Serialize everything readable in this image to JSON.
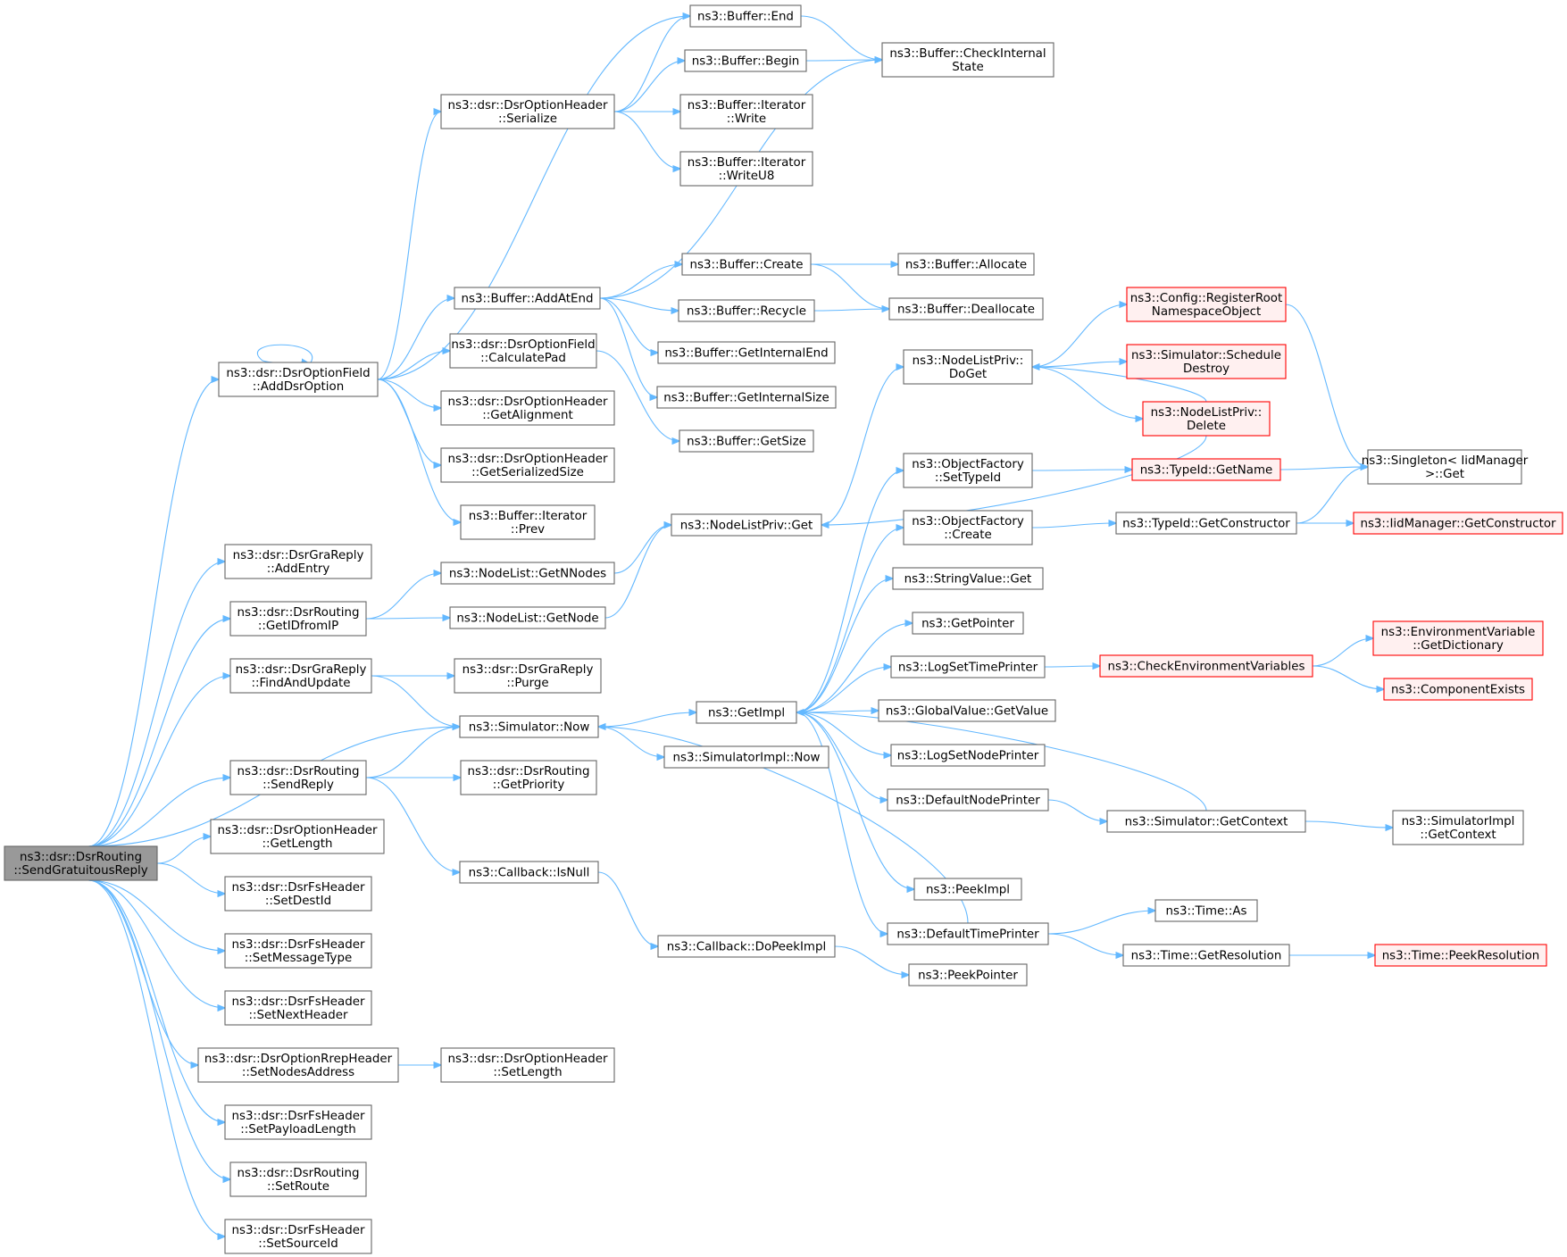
{
  "colors": {
    "edge": "#63b8ff",
    "node_border": "#666666",
    "node_fill": "#ffffff",
    "root_fill": "#999999",
    "truncated_border": "#ff0000",
    "truncated_fill": "#fff0f0"
  },
  "nodes": {
    "root": {
      "lines": [
        "ns3::dsr::DsrRouting",
        "::SendGratuitousReply"
      ],
      "style": "root"
    },
    "addDsrOption": {
      "lines": [
        "ns3::dsr::DsrOptionField",
        "::AddDsrOption"
      ]
    },
    "graAddEntry": {
      "lines": [
        "ns3::dsr::DsrGraReply",
        "::AddEntry"
      ]
    },
    "getIDfromIP": {
      "lines": [
        "ns3::dsr::DsrRouting",
        "::GetIDfromIP"
      ]
    },
    "findAndUpdate": {
      "lines": [
        "ns3::dsr::DsrGraReply",
        "::FindAndUpdate"
      ]
    },
    "simNow": {
      "lines": [
        "ns3::Simulator::Now"
      ]
    },
    "sendReply": {
      "lines": [
        "ns3::dsr::DsrRouting",
        "::SendReply"
      ]
    },
    "hdrGetLength": {
      "lines": [
        "ns3::dsr::DsrOptionHeader",
        "::GetLength"
      ]
    },
    "setDestId": {
      "lines": [
        "ns3::dsr::DsrFsHeader",
        "::SetDestId"
      ]
    },
    "setMessageType": {
      "lines": [
        "ns3::dsr::DsrFsHeader",
        "::SetMessageType"
      ]
    },
    "setNextHeader": {
      "lines": [
        "ns3::dsr::DsrFsHeader",
        "::SetNextHeader"
      ]
    },
    "setNodesAddress": {
      "lines": [
        "ns3::dsr::DsrOptionRrepHeader",
        "::SetNodesAddress"
      ]
    },
    "setPayloadLength": {
      "lines": [
        "ns3::dsr::DsrFsHeader",
        "::SetPayloadLength"
      ]
    },
    "setRoute": {
      "lines": [
        "ns3::dsr::DsrRouting",
        "::SetRoute"
      ]
    },
    "setSourceId": {
      "lines": [
        "ns3::dsr::DsrFsHeader",
        "::SetSourceId"
      ]
    },
    "serialize": {
      "lines": [
        "ns3::dsr::DsrOptionHeader",
        "::Serialize"
      ]
    },
    "addAtEnd": {
      "lines": [
        "ns3::Buffer::AddAtEnd"
      ]
    },
    "calculatePad": {
      "lines": [
        "ns3::dsr::DsrOptionField",
        "::CalculatePad"
      ]
    },
    "getAlignment": {
      "lines": [
        "ns3::dsr::DsrOptionHeader",
        "::GetAlignment"
      ]
    },
    "getSerializedSize": {
      "lines": [
        "ns3::dsr::DsrOptionHeader",
        "::GetSerializedSize"
      ]
    },
    "iterPrev": {
      "lines": [
        "ns3::Buffer::Iterator",
        "::Prev"
      ]
    },
    "nlGetNNodes": {
      "lines": [
        "ns3::NodeList::GetNNodes"
      ]
    },
    "nlGetNode": {
      "lines": [
        "ns3::NodeList::GetNode"
      ]
    },
    "graPurge": {
      "lines": [
        "ns3::dsr::DsrGraReply",
        "::Purge"
      ]
    },
    "getPriority": {
      "lines": [
        "ns3::dsr::DsrRouting",
        "::GetPriority"
      ]
    },
    "cbIsNull": {
      "lines": [
        "ns3::Callback::IsNull"
      ]
    },
    "hdrSetLength": {
      "lines": [
        "ns3::dsr::DsrOptionHeader",
        "::SetLength"
      ]
    },
    "bufEnd": {
      "lines": [
        "ns3::Buffer::End"
      ]
    },
    "bufBegin": {
      "lines": [
        "ns3::Buffer::Begin"
      ]
    },
    "iterWrite": {
      "lines": [
        "ns3::Buffer::Iterator",
        "::Write"
      ]
    },
    "iterWriteU8": {
      "lines": [
        "ns3::Buffer::Iterator",
        "::WriteU8"
      ]
    },
    "bufCreate": {
      "lines": [
        "ns3::Buffer::Create"
      ]
    },
    "bufRecycle": {
      "lines": [
        "ns3::Buffer::Recycle"
      ]
    },
    "getInternalEnd": {
      "lines": [
        "ns3::Buffer::GetInternalEnd"
      ]
    },
    "getInternalSize": {
      "lines": [
        "ns3::Buffer::GetInternalSize"
      ]
    },
    "bufGetSize": {
      "lines": [
        "ns3::Buffer::GetSize"
      ]
    },
    "nlpGet": {
      "lines": [
        "ns3::NodeListPriv::Get"
      ]
    },
    "getImpl": {
      "lines": [
        "ns3::GetImpl"
      ]
    },
    "simImplNow": {
      "lines": [
        "ns3::SimulatorImpl::Now"
      ]
    },
    "cbDoPeekImpl": {
      "lines": [
        "ns3::Callback::DoPeekImpl"
      ]
    },
    "checkInternalState": {
      "lines": [
        "ns3::Buffer::CheckInternal",
        "State"
      ]
    },
    "bufAllocate": {
      "lines": [
        "ns3::Buffer::Allocate"
      ]
    },
    "bufDeallocate": {
      "lines": [
        "ns3::Buffer::Deallocate"
      ]
    },
    "nlpDoGet": {
      "lines": [
        "ns3::NodeListPriv::",
        "DoGet"
      ]
    },
    "ofSetTypeId": {
      "lines": [
        "ns3::ObjectFactory",
        "::SetTypeId"
      ]
    },
    "ofCreate": {
      "lines": [
        "ns3::ObjectFactory",
        "::Create"
      ]
    },
    "stringValueGet": {
      "lines": [
        "ns3::StringValue::Get"
      ]
    },
    "getPointer": {
      "lines": [
        "ns3::GetPointer"
      ]
    },
    "logSetTimePrinter": {
      "lines": [
        "ns3::LogSetTimePrinter"
      ]
    },
    "gvGetValue": {
      "lines": [
        "ns3::GlobalValue::GetValue"
      ]
    },
    "logSetNodePrinter": {
      "lines": [
        "ns3::LogSetNodePrinter"
      ]
    },
    "defaultNodePrinter": {
      "lines": [
        "ns3::DefaultNodePrinter"
      ]
    },
    "peekImpl": {
      "lines": [
        "ns3::PeekImpl"
      ]
    },
    "defaultTimePrinter": {
      "lines": [
        "ns3::DefaultTimePrinter"
      ]
    },
    "peekPointer": {
      "lines": [
        "ns3::PeekPointer"
      ]
    },
    "registerRoot": {
      "lines": [
        "ns3::Config::RegisterRoot",
        "NamespaceObject"
      ],
      "style": "red"
    },
    "scheduleDestroy": {
      "lines": [
        "ns3::Simulator::Schedule",
        "Destroy"
      ],
      "style": "red"
    },
    "nlpDelete": {
      "lines": [
        "ns3::NodeListPriv::",
        "Delete"
      ],
      "style": "red"
    },
    "typeIdGetName": {
      "lines": [
        "ns3::TypeId::GetName"
      ],
      "style": "red"
    },
    "typeIdGetConstructor": {
      "lines": [
        "ns3::TypeId::GetConstructor"
      ]
    },
    "checkEnvVars": {
      "lines": [
        "ns3::CheckEnvironmentVariables"
      ],
      "style": "red"
    },
    "simGetContext": {
      "lines": [
        "ns3::Simulator::GetContext"
      ]
    },
    "timeAs": {
      "lines": [
        "ns3::Time::As"
      ]
    },
    "timeGetResolution": {
      "lines": [
        "ns3::Time::GetResolution"
      ]
    },
    "singletonGet": {
      "lines": [
        "ns3::Singleton< IidManager",
        ">::Get"
      ]
    },
    "iidGetConstructor": {
      "lines": [
        "ns3::IidManager::GetConstructor"
      ],
      "style": "red"
    },
    "envGetDictionary": {
      "lines": [
        "ns3::EnvironmentVariable",
        "::GetDictionary"
      ],
      "style": "red"
    },
    "componentExists": {
      "lines": [
        "ns3::ComponentExists"
      ],
      "style": "red"
    },
    "simImplGetContext": {
      "lines": [
        "ns3::SimulatorImpl",
        "::GetContext"
      ]
    },
    "timePeekResolution": {
      "lines": [
        "ns3::Time::PeekResolution"
      ],
      "style": "red"
    }
  },
  "edges": [
    [
      "root",
      "addDsrOption"
    ],
    [
      "root",
      "graAddEntry"
    ],
    [
      "root",
      "getIDfromIP"
    ],
    [
      "root",
      "findAndUpdate"
    ],
    [
      "root",
      "simNow"
    ],
    [
      "root",
      "sendReply"
    ],
    [
      "root",
      "hdrGetLength"
    ],
    [
      "root",
      "setDestId"
    ],
    [
      "root",
      "setMessageType"
    ],
    [
      "root",
      "setNextHeader"
    ],
    [
      "root",
      "setNodesAddress"
    ],
    [
      "root",
      "setPayloadLength"
    ],
    [
      "root",
      "setRoute"
    ],
    [
      "root",
      "setSourceId"
    ],
    [
      "addDsrOption",
      "addDsrOption"
    ],
    [
      "addDsrOption",
      "bufEnd"
    ],
    [
      "addDsrOption",
      "serialize"
    ],
    [
      "addDsrOption",
      "addAtEnd"
    ],
    [
      "addDsrOption",
      "calculatePad"
    ],
    [
      "addDsrOption",
      "getAlignment"
    ],
    [
      "addDsrOption",
      "getSerializedSize"
    ],
    [
      "addDsrOption",
      "iterPrev"
    ],
    [
      "serialize",
      "bufEnd"
    ],
    [
      "serialize",
      "bufBegin"
    ],
    [
      "serialize",
      "iterWrite"
    ],
    [
      "serialize",
      "iterWriteU8"
    ],
    [
      "bufEnd",
      "checkInternalState"
    ],
    [
      "bufBegin",
      "checkInternalState"
    ],
    [
      "addAtEnd",
      "checkInternalState"
    ],
    [
      "addAtEnd",
      "bufCreate"
    ],
    [
      "addAtEnd",
      "bufRecycle"
    ],
    [
      "addAtEnd",
      "getInternalEnd"
    ],
    [
      "addAtEnd",
      "getInternalSize"
    ],
    [
      "calculatePad",
      "bufGetSize"
    ],
    [
      "bufCreate",
      "bufAllocate"
    ],
    [
      "bufCreate",
      "bufDeallocate"
    ],
    [
      "bufRecycle",
      "bufDeallocate"
    ],
    [
      "getIDfromIP",
      "nlGetNNodes"
    ],
    [
      "getIDfromIP",
      "nlGetNode"
    ],
    [
      "nlGetNNodes",
      "nlpGet"
    ],
    [
      "nlGetNode",
      "nlpGet"
    ],
    [
      "nlpGet",
      "nlpDoGet"
    ],
    [
      "nlpDoGet",
      "registerRoot"
    ],
    [
      "nlpDoGet",
      "scheduleDestroy"
    ],
    [
      "nlpDoGet",
      "nlpDelete"
    ],
    [
      "nlpDelete",
      "nlpDoGet"
    ],
    [
      "nlpDelete",
      "nlpGet"
    ],
    [
      "registerRoot",
      "singletonGet"
    ],
    [
      "findAndUpdate",
      "graPurge"
    ],
    [
      "findAndUpdate",
      "simNow"
    ],
    [
      "sendReply",
      "simNow"
    ],
    [
      "sendReply",
      "getPriority"
    ],
    [
      "sendReply",
      "cbIsNull"
    ],
    [
      "simNow",
      "getImpl"
    ],
    [
      "simNow",
      "simImplNow"
    ],
    [
      "cbIsNull",
      "cbDoPeekImpl"
    ],
    [
      "cbDoPeekImpl",
      "peekPointer"
    ],
    [
      "setNodesAddress",
      "hdrSetLength"
    ],
    [
      "getImpl",
      "ofSetTypeId"
    ],
    [
      "getImpl",
      "ofCreate"
    ],
    [
      "getImpl",
      "stringValueGet"
    ],
    [
      "getImpl",
      "getPointer"
    ],
    [
      "getImpl",
      "logSetTimePrinter"
    ],
    [
      "getImpl",
      "gvGetValue"
    ],
    [
      "getImpl",
      "logSetNodePrinter"
    ],
    [
      "getImpl",
      "defaultNodePrinter"
    ],
    [
      "getImpl",
      "peekImpl"
    ],
    [
      "getImpl",
      "defaultTimePrinter"
    ],
    [
      "ofSetTypeId",
      "typeIdGetName"
    ],
    [
      "typeIdGetName",
      "singletonGet"
    ],
    [
      "ofCreate",
      "typeIdGetConstructor"
    ],
    [
      "typeIdGetConstructor",
      "singletonGet"
    ],
    [
      "typeIdGetConstructor",
      "iidGetConstructor"
    ],
    [
      "logSetTimePrinter",
      "checkEnvVars"
    ],
    [
      "checkEnvVars",
      "envGetDictionary"
    ],
    [
      "checkEnvVars",
      "componentExists"
    ],
    [
      "defaultNodePrinter",
      "simGetContext"
    ],
    [
      "simGetContext",
      "getImpl"
    ],
    [
      "simGetContext",
      "simImplGetContext"
    ],
    [
      "defaultTimePrinter",
      "simNow"
    ],
    [
      "defaultTimePrinter",
      "timeAs"
    ],
    [
      "defaultTimePrinter",
      "timeGetResolution"
    ],
    [
      "timeGetResolution",
      "timePeekResolution"
    ]
  ]
}
